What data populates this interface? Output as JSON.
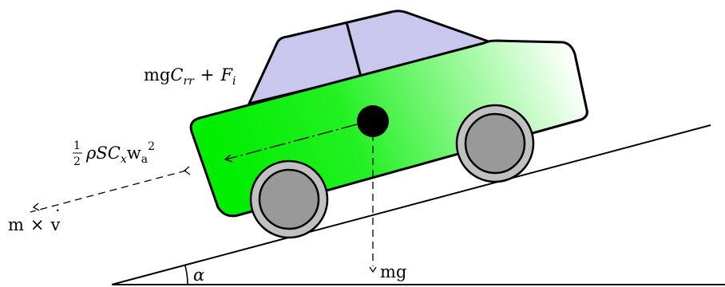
{
  "labels": {
    "rolling_prefix": "mg",
    "rolling_c": "C",
    "rolling_c_sub": "rr",
    "rolling_plus": "+",
    "rolling_f": "F",
    "rolling_f_sub": "i",
    "aero_num": "1",
    "aero_den": "2",
    "aero_rho": "ρ",
    "aero_s": "S",
    "aero_c": "C",
    "aero_c_sub": "x",
    "aero_w": "w",
    "aero_w_sub": "a",
    "aero_sq": "2",
    "inertia_m": "m",
    "inertia_times": "×",
    "inertia_v": "v",
    "inertia_dot": "˙",
    "gravity": "mg",
    "angle": "α"
  },
  "colors": {
    "body_gradient_start": "#00ee00",
    "body_gradient_end": "#ffffff",
    "windows": "#c8c8ee",
    "tyre": "#c0c0c0",
    "hub": "#999999",
    "centre_of_mass": "#000000",
    "outline": "#000000"
  }
}
